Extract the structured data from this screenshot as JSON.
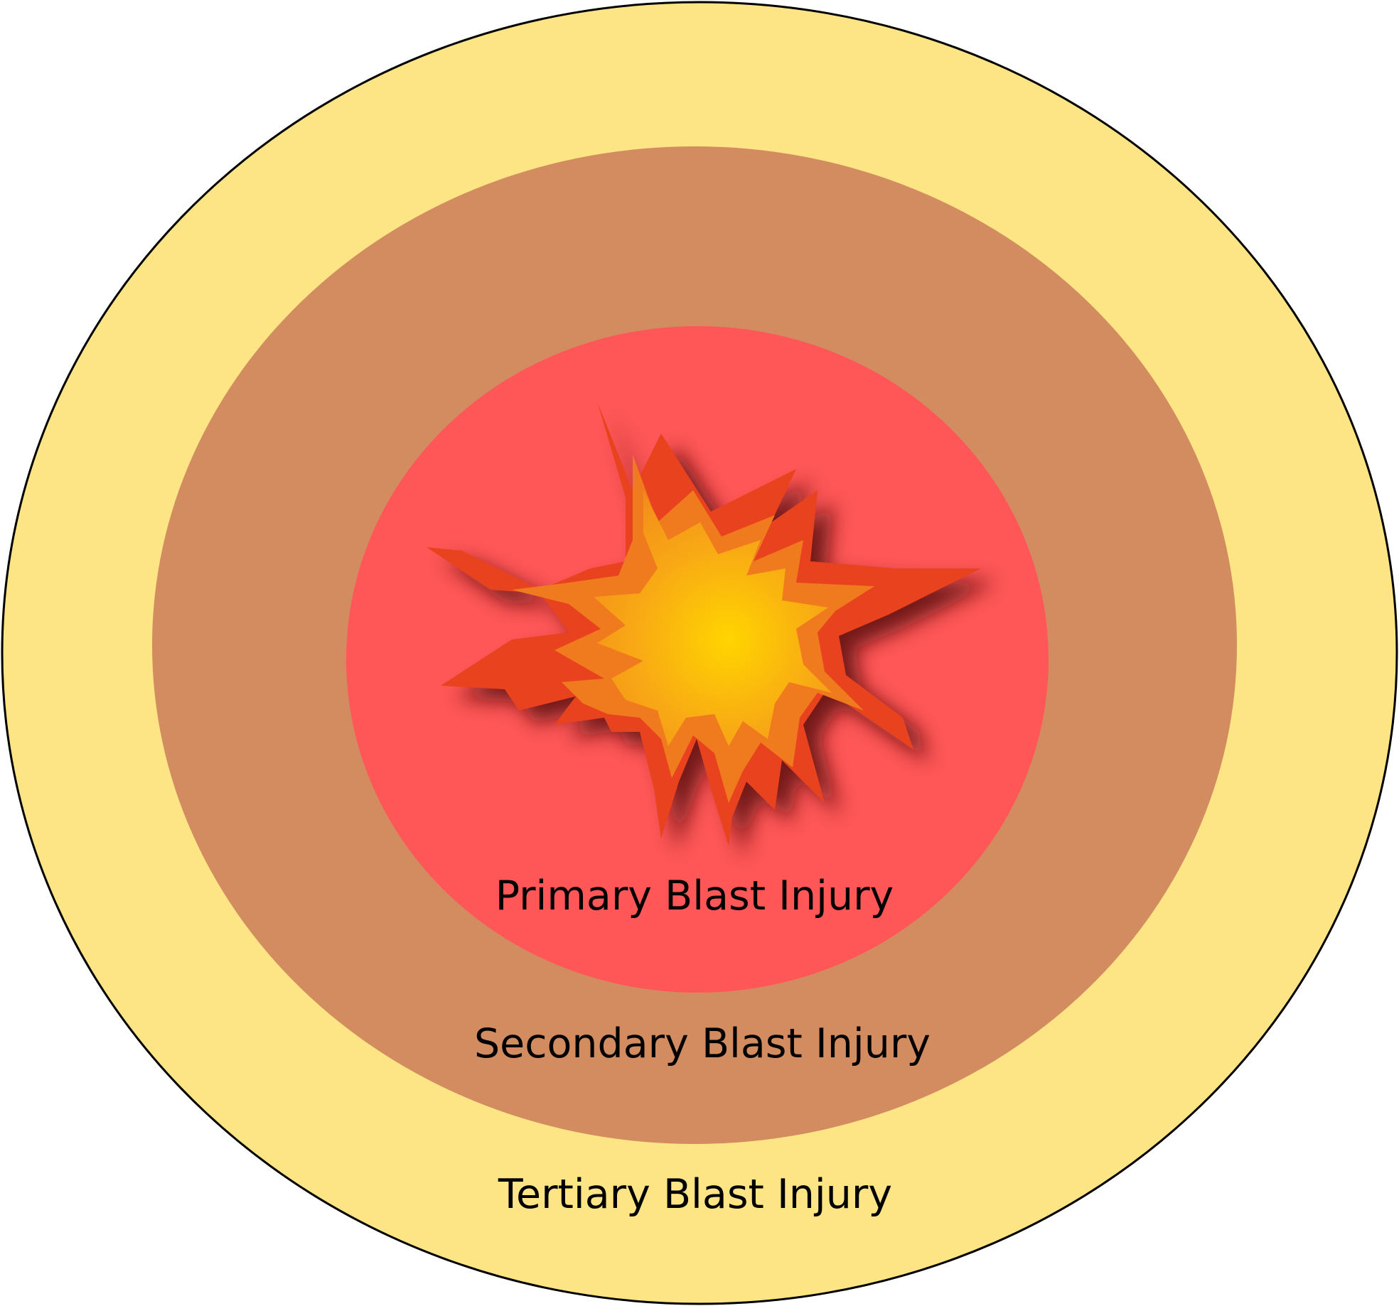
{
  "zones": [
    {
      "key": "tertiary",
      "label": "Tertiary Blast Injury",
      "color": "#FDE484"
    },
    {
      "key": "secondary",
      "label": "Secondary Blast Injury",
      "color": "#D38C5F"
    },
    {
      "key": "primary",
      "label": "Primary Blast Injury",
      "color": "#FF5757"
    }
  ],
  "outline_color": "#000000",
  "explosion": {
    "icon": "explosion-burst-icon",
    "outer_color": "#E8431E",
    "mid_color": "#F07A1E",
    "core_color": "#FFD500"
  }
}
